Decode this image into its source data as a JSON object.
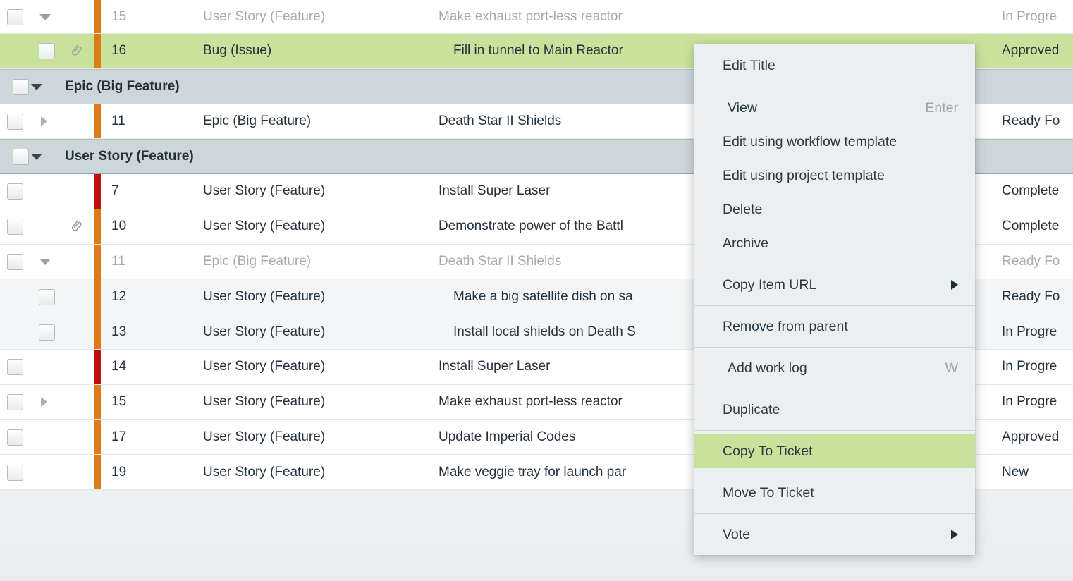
{
  "colors": {
    "highlight_green": "#c9e29b",
    "bar_orange": "#dc7c17",
    "bar_red": "#bf0e0e",
    "group_header_bg": "#cdd7d9",
    "menu_bg": "#ebeff0",
    "text_dark": "#26333f",
    "text_muted": "#a5acb1"
  },
  "table": {
    "rows": [
      {
        "kind": "item",
        "id": "15",
        "type": "User Story (Feature)",
        "title": "Make exhaust port-less reactor",
        "status": "In Progre",
        "bar": "orange",
        "muted": true,
        "arrow": "expanded",
        "indent": false,
        "attachment": false
      },
      {
        "kind": "item",
        "id": "16",
        "type": "Bug (Issue)",
        "title": "Fill in tunnel to Main Reactor",
        "status": "Approved",
        "bar": "orange",
        "highlight": true,
        "indent": true,
        "attachment": true
      },
      {
        "kind": "group",
        "label": "Epic (Big Feature)"
      },
      {
        "kind": "item",
        "id": "11",
        "type": "Epic (Big Feature)",
        "title": "Death Star II Shields",
        "status": "Ready Fo",
        "bar": "orange",
        "arrow": "collapsed",
        "indent": false,
        "attachment": false
      },
      {
        "kind": "group",
        "label": "User Story (Feature)"
      },
      {
        "kind": "item",
        "id": "7",
        "type": "User Story (Feature)",
        "title": "Install Super Laser",
        "status": "Complete",
        "bar": "red",
        "indent": false,
        "attachment": false
      },
      {
        "kind": "item",
        "id": "10",
        "type": "User Story (Feature)",
        "title": "Demonstrate power of the Battl",
        "status": "Complete",
        "bar": "orange",
        "indent": false,
        "attachment": true
      },
      {
        "kind": "item",
        "id": "11",
        "type": "Epic (Big Feature)",
        "title": "Death Star II Shields",
        "status": "Ready Fo",
        "bar": "orange",
        "muted": true,
        "arrow": "expanded",
        "indent": false,
        "attachment": false
      },
      {
        "kind": "item",
        "id": "12",
        "type": "User Story (Feature)",
        "title": "Make a big satellite dish on sa",
        "status": "Ready Fo",
        "bar": "orange",
        "subtle": true,
        "indent": true,
        "attachment": false
      },
      {
        "kind": "item",
        "id": "13",
        "type": "User Story (Feature)",
        "title": "Install local shields on Death S",
        "status": "In Progre",
        "bar": "orange",
        "subtle": true,
        "indent": true,
        "attachment": false
      },
      {
        "kind": "item",
        "id": "14",
        "type": "User Story (Feature)",
        "title": "Install Super Laser",
        "status": "In Progre",
        "bar": "red",
        "indent": false,
        "attachment": false
      },
      {
        "kind": "item",
        "id": "15",
        "type": "User Story (Feature)",
        "title": "Make exhaust port-less reactor",
        "status": "In Progre",
        "bar": "orange",
        "arrow": "collapsed",
        "indent": false,
        "attachment": false
      },
      {
        "kind": "item",
        "id": "17",
        "type": "User Story (Feature)",
        "title": "Update Imperial Codes",
        "status": "Approved",
        "bar": "orange",
        "indent": false,
        "attachment": false
      },
      {
        "kind": "item",
        "id": "19",
        "type": "User Story (Feature)",
        "title": "Make veggie tray for launch par",
        "status": "New",
        "bar": "orange",
        "indent": false,
        "attachment": false
      }
    ]
  },
  "context_menu": {
    "groups": [
      {
        "items": [
          {
            "label": "Edit Title"
          }
        ]
      },
      {
        "items": [
          {
            "label": "View",
            "shift": true,
            "hotkey": "Enter"
          },
          {
            "label": "Edit using workflow template"
          },
          {
            "label": "Edit using project template"
          },
          {
            "label": "Delete"
          },
          {
            "label": "Archive"
          }
        ]
      },
      {
        "items": [
          {
            "label": "Copy Item URL",
            "submenu": true
          }
        ]
      },
      {
        "items": [
          {
            "label": "Remove from parent"
          }
        ]
      },
      {
        "items": [
          {
            "label": "Add work log",
            "shift": true,
            "hotkey": "W"
          }
        ]
      },
      {
        "items": [
          {
            "label": "Duplicate"
          }
        ]
      },
      {
        "items": [
          {
            "label": "Copy To Ticket",
            "highlighted": true
          }
        ]
      },
      {
        "items": [
          {
            "label": "Move To Ticket"
          }
        ]
      },
      {
        "items": [
          {
            "label": "Vote",
            "submenu": true
          }
        ]
      }
    ]
  }
}
